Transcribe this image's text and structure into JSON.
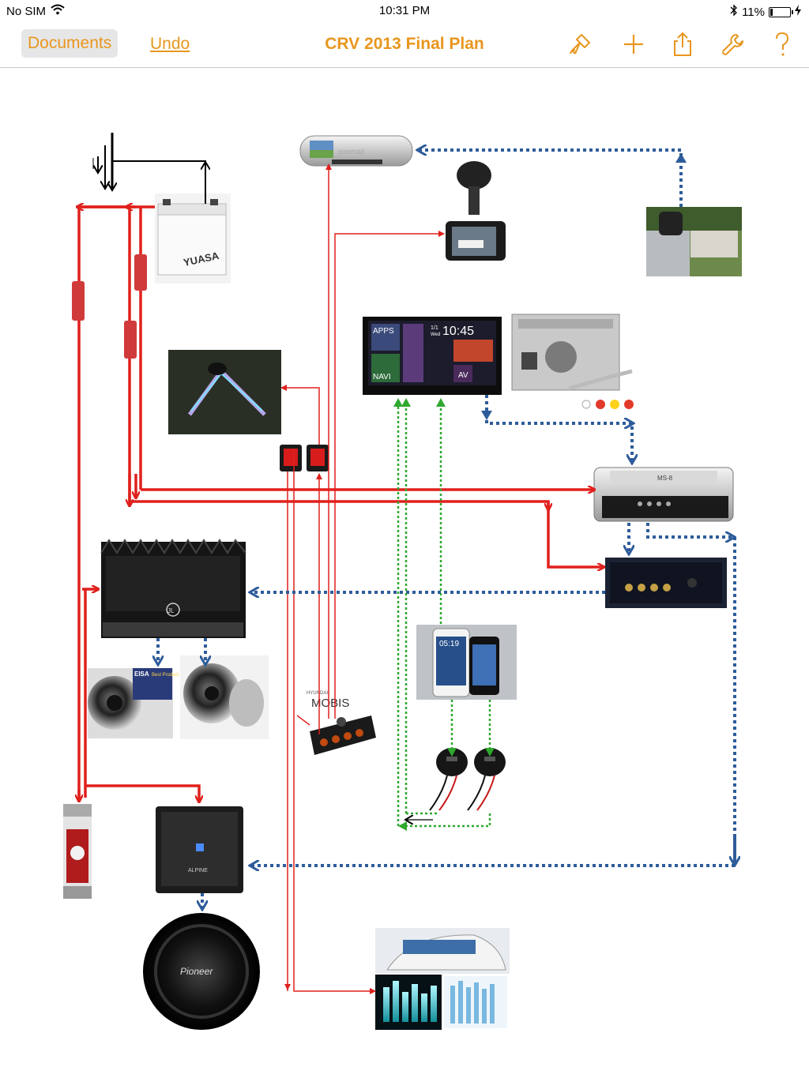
{
  "status_bar": {
    "carrier": "No SIM",
    "time": "10:31 PM",
    "battery_percent": "11%",
    "battery_level": 0.11,
    "icons": [
      "wifi-icon",
      "bluetooth-icon",
      "battery-icon",
      "charging-icon"
    ]
  },
  "toolbar": {
    "documents_label": "Documents",
    "undo_label": "Undo",
    "title": "CRV 2013 Final Plan",
    "icons": [
      "paintbrush-icon",
      "plus-icon",
      "share-icon",
      "wrench-icon",
      "help-icon"
    ],
    "accent_color": "#e8961e"
  },
  "diagram": {
    "battery_brand": "YUASA",
    "mirror_brand": "sinomall",
    "headunit": {
      "apps": "APPS",
      "navi": "NAVI",
      "av": "AV",
      "time": "10:45",
      "date_top": "1/1",
      "date_bottom": "Wed"
    },
    "dsp_label": "MS-8",
    "amp_brand": "JL",
    "award_top": "EISA",
    "award_right": "Best Product",
    "phone_time": "05:19",
    "socket_brand_small": "HYUNDAI",
    "socket_brand": "MOBIS",
    "mono_amp_brand": "ALPINE",
    "sub_brand": "Pioneer",
    "wire_colors": {
      "power": "#e0201c",
      "signal": "#2e5c9a",
      "usb": "#2ea82e",
      "ground": "#000000"
    }
  }
}
